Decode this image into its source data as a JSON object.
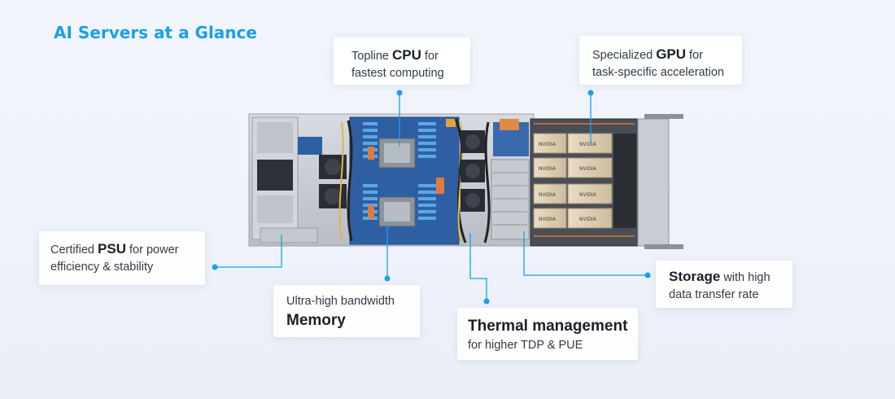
{
  "title": "AI Servers at a Glance",
  "callouts": {
    "cpu": {
      "pre": "Topline ",
      "keyword": "CPU",
      "post": " for",
      "line2": "fastest computing"
    },
    "gpu": {
      "pre": "Specialized ",
      "keyword": "GPU",
      "post": " for",
      "line2": "task-specific acceleration"
    },
    "psu": {
      "pre": "Certified ",
      "keyword": "PSU",
      "post": " for power",
      "line2": "efficiency & stability"
    },
    "memory": {
      "line1": "Ultra-high bandwidth",
      "keyword": "Memory"
    },
    "thermal": {
      "keyword": "Thermal management",
      "line2": "for higher TDP & PUE"
    },
    "storage": {
      "keyword": "Storage",
      "post": " with high",
      "line2": "data transfer rate"
    }
  },
  "gpu_brand": "NVIDIA",
  "colors": {
    "accent": "#1aa0e6",
    "board": "#2f5fa3",
    "chassis": "#c9ccd2"
  }
}
